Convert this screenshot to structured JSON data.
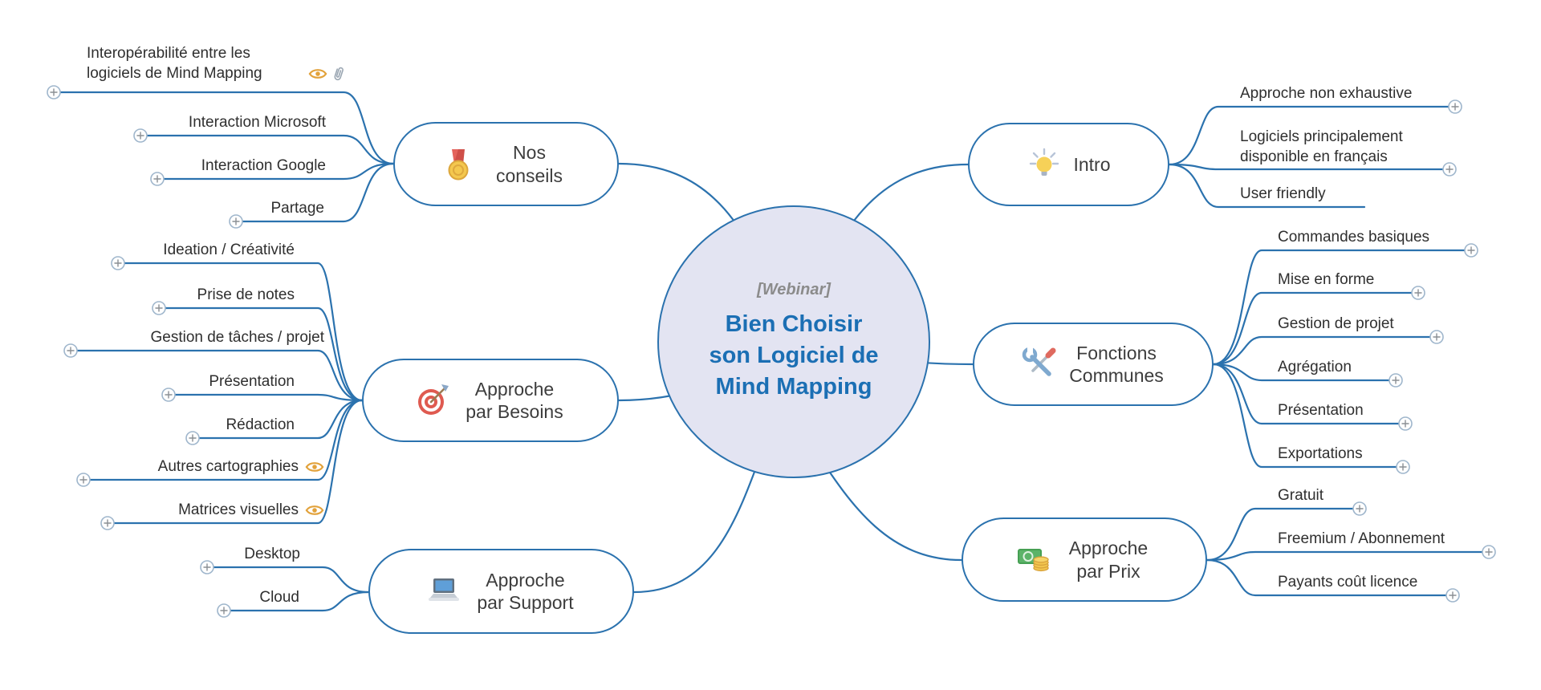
{
  "center": {
    "badge": "[Webinar]",
    "line1": "Bien Choisir",
    "line2": "son Logiciel de",
    "line3": "Mind Mapping"
  },
  "topics": {
    "conseils": {
      "label": "Nos conseils",
      "icon": "medal-icon"
    },
    "intro": {
      "label": "Intro",
      "icon": "lightbulb-icon"
    },
    "besoins": {
      "label": "Approche par Besoins",
      "icon": "target-icon"
    },
    "fonctions": {
      "label": "Fonctions Communes",
      "icon": "tools-icon"
    },
    "support": {
      "label": "Approche par Support",
      "icon": "laptop-icon"
    },
    "prix": {
      "label": "Approche par Prix",
      "icon": "money-icon"
    }
  },
  "subtopics": {
    "interop": "Interopérabilité entre les logiciels de Mind Mapping",
    "interaction_microsoft": "Interaction Microsoft",
    "interaction_google": "Interaction Google",
    "partage": "Partage",
    "ideation": "Ideation / Créativité",
    "prise_notes": "Prise de notes",
    "gestion_taches": "Gestion de tâches / projet",
    "presentation_besoins": "Présentation",
    "redaction": "Rédaction",
    "autres_carto": "Autres cartographies",
    "matrices": "Matrices visuelles",
    "desktop": "Desktop",
    "cloud": "Cloud",
    "non_exhaustive": "Approche non exhaustive",
    "logiciels_fr": "Logiciels principalement disponible en français",
    "user_friendly": "User friendly",
    "commandes": "Commandes basiques",
    "mise_en_forme": "Mise en forme",
    "gestion_projet": "Gestion de projet",
    "agregation": "Agrégation",
    "presentation_fonctions": "Présentation",
    "exportations": "Exportations",
    "gratuit": "Gratuit",
    "freemium": "Freemium / Abonnement",
    "payants": "Payants coût licence"
  },
  "colors": {
    "branch_blue": "#2b72ae",
    "center_fill": "#e3e4f2",
    "title_blue": "#1b6fb4"
  }
}
